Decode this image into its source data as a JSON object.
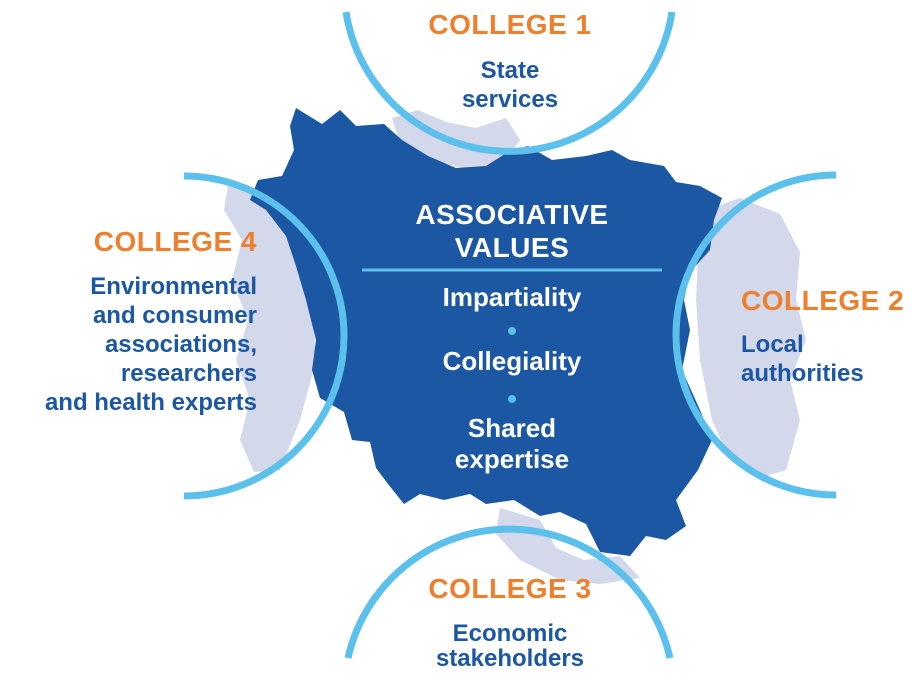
{
  "center": {
    "title_line1": "ASSOCIATIVE",
    "title_line2": "VALUES",
    "values": [
      "Impartiality",
      "Collegiality",
      "Shared",
      "expertise"
    ]
  },
  "colleges": [
    {
      "title": "COLLEGE 1",
      "desc": [
        "State",
        "services"
      ]
    },
    {
      "title": "COLLEGE 2",
      "desc": [
        "Local",
        "authorities"
      ]
    },
    {
      "title": "COLLEGE 3",
      "desc": [
        "Economic",
        "stakeholders"
      ]
    },
    {
      "title": "COLLEGE 4",
      "desc": [
        "Environmental",
        "and consumer",
        "associations,",
        "researchers",
        "and health experts"
      ]
    }
  ],
  "colors": {
    "map_fill": "#1B57A3",
    "map_light": "#D3D8EB",
    "ring": "#5BC0EB",
    "college_title": "#EE7F2D",
    "college_text": "#1B57A3"
  }
}
